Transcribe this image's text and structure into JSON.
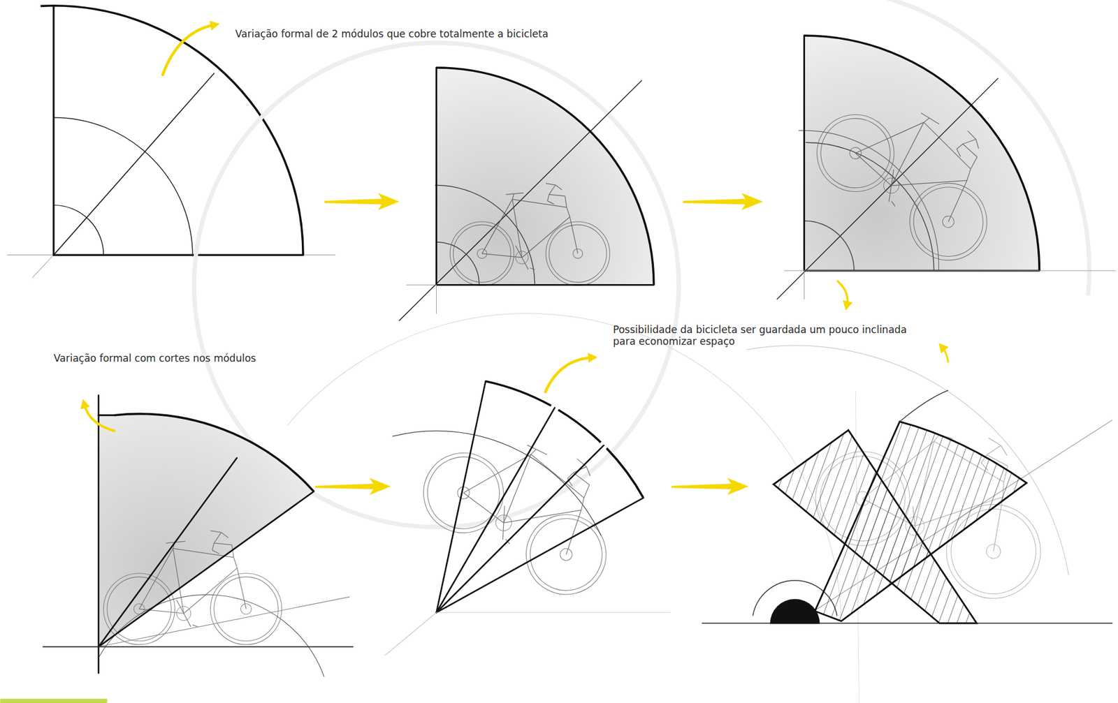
{
  "diagram": {
    "labels": [
      "Variação formal de 2 módulos que cobre totalmente a bicicleta",
      "Possibilidade da bicicleta ser guardada um pouco inclinada para economizar espaço",
      "Variação formal com cortes nos módulos"
    ]
  }
}
